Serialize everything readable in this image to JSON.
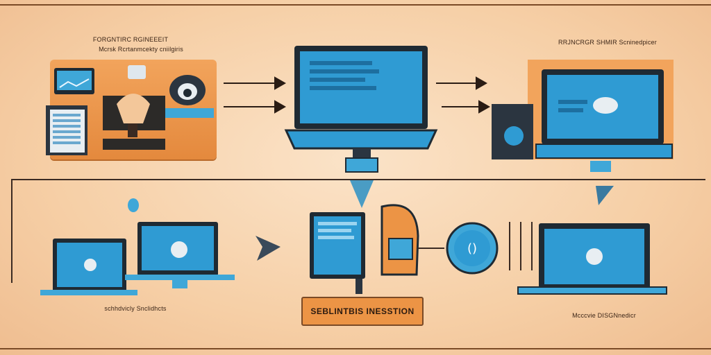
{
  "top_left_caption": [
    "FORGNTIRC RGINEEEIT",
    "Mcrsk Rcrtanmcekty cniilgiris"
  ],
  "top_right_caption": "RRJNCRGR SHMIR Scninedpicer",
  "bottom_left_caption": "schhdvicly Snclidhcts",
  "bottom_right_caption": "Mcccvie DISGNnedicr",
  "banner_text": "SEBLINTBIS INESSTION",
  "colors": {
    "background": "#f8d9b8",
    "accent_orange": "#ec9445",
    "screen_blue": "#2c8fc4",
    "dark_frame": "#1f2a33",
    "line_brown": "#7a4a26"
  }
}
